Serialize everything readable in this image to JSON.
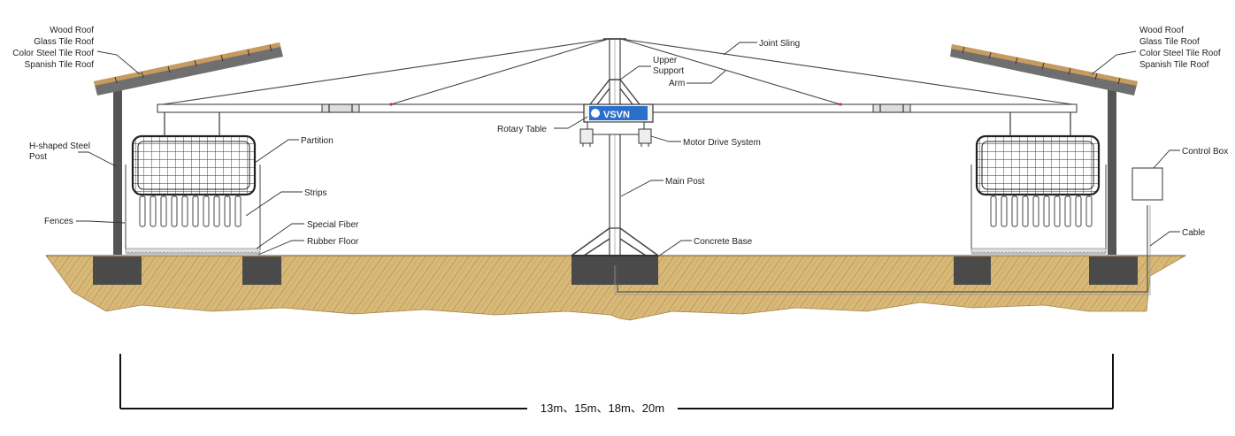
{
  "labels": {
    "left_roof": [
      "Wood Roof",
      "Glass Tile Roof",
      "Color Steel Tile Roof",
      "Spanish Tile Roof"
    ],
    "right_roof": [
      "Wood Roof",
      "Glass Tile Roof",
      "Color Steel Tile Roof",
      "Spanish Tile Roof"
    ],
    "h_post": [
      "H-shaped Steel",
      "Post"
    ],
    "fences": "Fences",
    "partition": "Partition",
    "strips": "Strips",
    "special_fiber": "Special Fiber",
    "rubber_floor": "Rubber Floor",
    "rotary_table": "Rotary Table",
    "joint_sling": "Joint Sling",
    "upper_support": [
      "Upper",
      "Support"
    ],
    "arm": "Arm",
    "motor_drive": "Motor Drive System",
    "main_post": "Main Post",
    "concrete_base": "Concrete Base",
    "control_box": "Control Box",
    "cable": "Cable",
    "logo_text": "VSVN",
    "dimension": "13m、15m、18m、20m"
  },
  "colors": {
    "soil": "#d8b978",
    "soil_hatch": "#a88a4f",
    "concrete": "#4a4a4a",
    "roof_wood": "#c79b5e",
    "roof_steel": "#6f6f6f",
    "post": "#555555",
    "logo_blue": "#2a6fc9"
  }
}
